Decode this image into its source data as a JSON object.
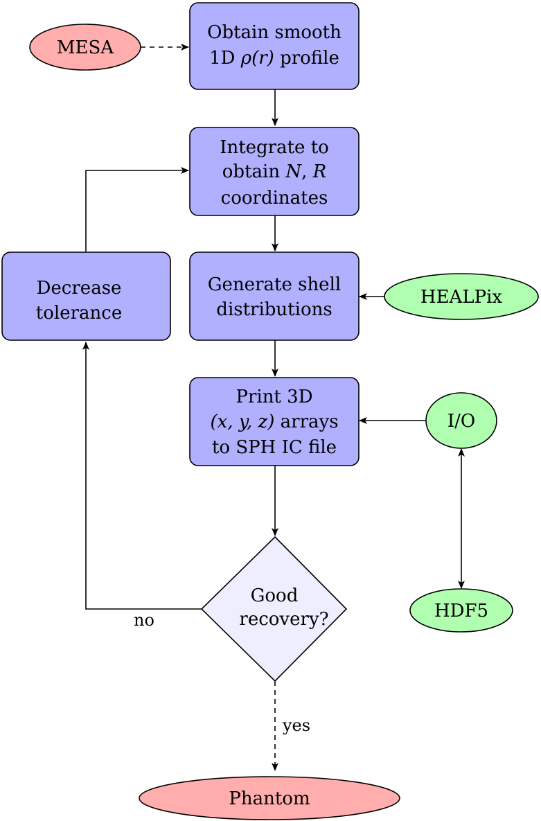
{
  "nodes": {
    "mesa": "MESA",
    "obtain_profile": {
      "line1": "Obtain smooth",
      "line2_prefix": "1D ",
      "line2_math": "ρ(r)",
      "line2_suffix": " profile"
    },
    "integrate": {
      "line1": "Integrate to",
      "line2_prefix": "obtain ",
      "line2_math_n": "N",
      "line2_sep": ", ",
      "line2_math_r": "R",
      "line3": "coordinates"
    },
    "decrease_tolerance": {
      "line1": "Decrease",
      "line2": "tolerance"
    },
    "generate_shells": {
      "line1": "Generate shell",
      "line2": "distributions"
    },
    "healpix": "HEALPix",
    "print_arrays": {
      "line1": "Print 3D",
      "line2_math": "(x, y, z)",
      "line2_suffix": " arrays",
      "line3": "to SPH IC file"
    },
    "io": "I/O",
    "hdf5": "HDF5",
    "good_recovery": {
      "line1": "Good",
      "line2": "recovery?"
    },
    "phantom": "Phantom"
  },
  "edges": {
    "no_label": "no",
    "yes_label": "yes"
  },
  "colors": {
    "process_box": "#b0b0ff",
    "decision": "#eeeeff",
    "external_red": "#ffadad",
    "external_green": "#b0ffb0"
  }
}
